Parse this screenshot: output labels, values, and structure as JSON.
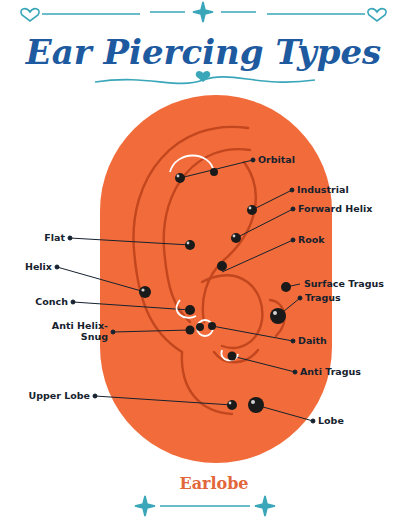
{
  "diagram": {
    "title": "Ear Piercing Types",
    "labels": [
      "Orbital",
      "Industrial",
      "Forward Helix",
      "Flat",
      "Rook",
      "Helix",
      "Surface Tragus",
      "Tragus",
      "Conch",
      "Anti Helix-Snug",
      "Daith",
      "Anti Tragus",
      "Upper Lobe",
      "Lobe",
      "Earlobe"
    ]
  }
}
